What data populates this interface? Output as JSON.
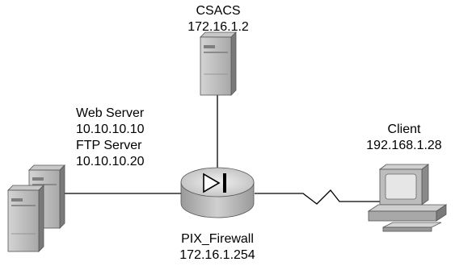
{
  "nodes": {
    "csacs": {
      "name": "CSACS",
      "ip": "172.16.1.2"
    },
    "servers": {
      "web_name": "Web Server",
      "web_ip": "10.10.10.10",
      "ftp_name": "FTP Server",
      "ftp_ip": "10.10.10.20"
    },
    "firewall": {
      "name": "PIX_Firewall",
      "ip": "172.16.1.254"
    },
    "client": {
      "name": "Client",
      "ip": "192.168.1.28"
    }
  },
  "links": [
    {
      "from": "csacs",
      "to": "firewall",
      "style": "straight"
    },
    {
      "from": "servers",
      "to": "firewall",
      "style": "straight"
    },
    {
      "from": "firewall",
      "to": "client",
      "style": "zigzag"
    }
  ]
}
